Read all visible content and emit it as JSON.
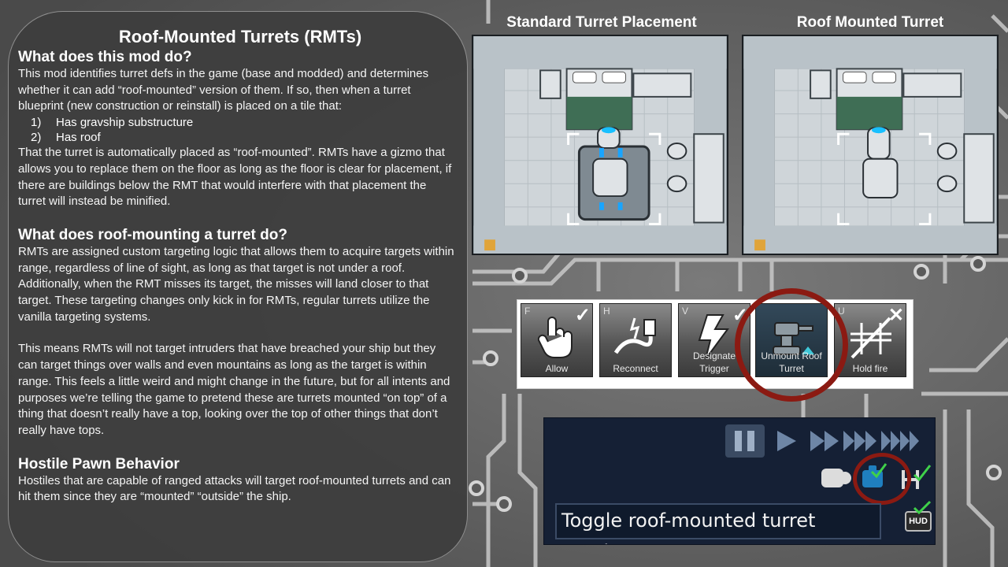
{
  "panel": {
    "title": "Roof-Mounted Turrets (RMTs)",
    "sections": [
      {
        "heading": "What does this mod do?",
        "p1": "This mod identifies turret defs in the game (base and modded) and determines whether it can add “roof-mounted” version of them. If so, then when a turret blueprint (new construction or reinstall) is placed on a tile that:",
        "list": [
          {
            "num": "1)",
            "text": "Has gravship substructure"
          },
          {
            "num": "2)",
            "text": "Has roof"
          }
        ],
        "p2": "That the turret is automatically placed as “roof-mounted”. RMTs have a gizmo that allows you to replace them on the floor as long as the floor is clear for placement, if there are buildings below the RMT that would interfere with that placement the turret will instead be minified."
      },
      {
        "heading": "What does roof-mounting a turret do?",
        "p1": "RMTs are assigned custom targeting logic that allows them to acquire targets within range, regardless of line of sight, as long as that target is not under a roof.",
        "p2": "Additionally, when the RMT misses its target, the misses will land closer to that target. These targeting changes only kick in for RMTs, regular turrets utilize the vanilla targeting systems.",
        "p3": "This means RMTs will not target intruders that have breached your ship but they can target things over walls and even mountains as long as the target is within range. This feels a little weird and might change in the future, but for all intents and purposes we’re telling the game to pretend these are turrets mounted “on top” of a thing that doesn’t really have a top, looking over the top of other things that don’t really have tops."
      },
      {
        "heading": "Hostile Pawn Behavior",
        "p1": "Hostiles that are capable of ranged attacks will target roof-mounted turrets and can hit them since they are “mounted” “outside” the ship."
      }
    ]
  },
  "screenshots": {
    "left_label": "Standard Turret Placement",
    "right_label": "Roof Mounted Turret"
  },
  "gizmos": [
    {
      "key": "F",
      "label": "Allow",
      "icon": "hand-icon",
      "checked": true
    },
    {
      "key": "H",
      "label": "Reconnect",
      "icon": "plug-icon",
      "checked": false
    },
    {
      "key": "V",
      "label": "Designate Trigger",
      "icon": "lightning-icon",
      "checked": true
    },
    {
      "key": "",
      "label": "Unmount Roof Turret",
      "icon": "turret-icon",
      "checked": false
    },
    {
      "key": "U",
      "label": "Hold fire",
      "icon": "no-fire-icon",
      "checked": false
    }
  ],
  "gameui": {
    "tooltip": "Toggle roof-mounted turret overlay",
    "hud_label": "HUD"
  },
  "colors": {
    "highlight_ring": "#8b1a12",
    "check": "#3fd14a",
    "overlay_blue": "#1f7fbf"
  }
}
